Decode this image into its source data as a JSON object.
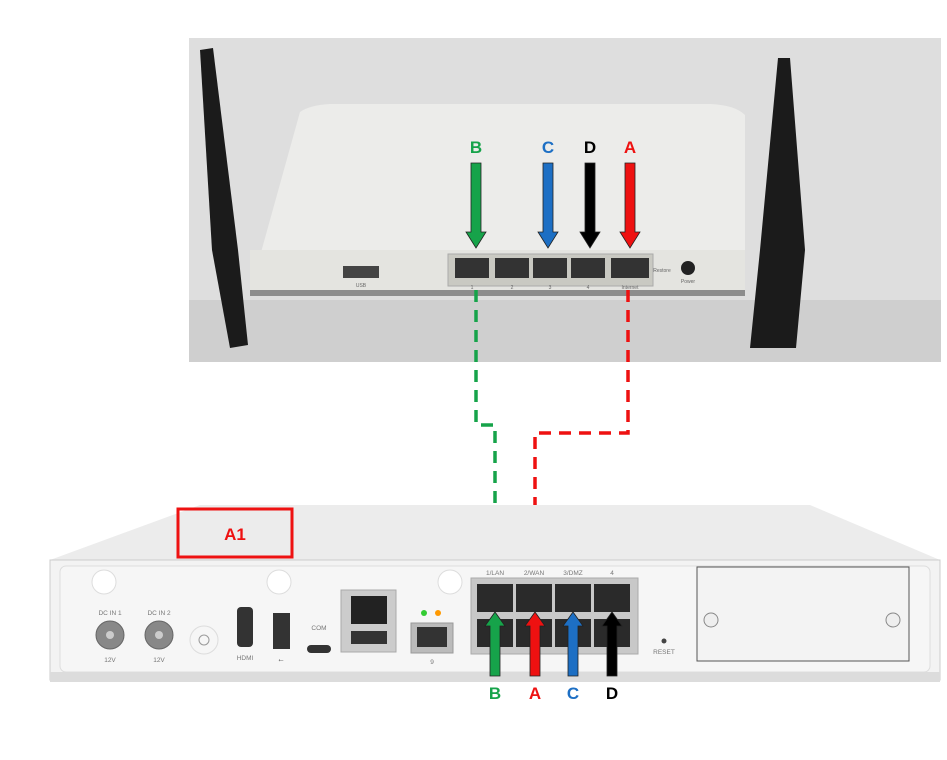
{
  "top_router": {
    "port_labels": [
      "1",
      "2",
      "3",
      "4",
      "Internet"
    ],
    "usb_label": "USB",
    "restore_label": "Restore",
    "power_label": "Power",
    "arrows": [
      {
        "letter": "B",
        "color": "#16a34a"
      },
      {
        "letter": "C",
        "color": "#1d6fc4"
      },
      {
        "letter": "D",
        "color": "#000000"
      },
      {
        "letter": "A",
        "color": "#ee1111"
      }
    ]
  },
  "bottom_device": {
    "box_label": "A1",
    "dc_in_1": "DC IN 1",
    "dc_in_2": "DC IN 2",
    "voltage_1": "12V",
    "voltage_2": "12V",
    "hdmi": "HDMI",
    "com": "COM",
    "sfp_label": "9",
    "port_labels": [
      "1/LAN",
      "2/WAN",
      "3/DMZ",
      "4"
    ],
    "reset": "RESET",
    "arrows": [
      {
        "letter": "B",
        "color": "#16a34a"
      },
      {
        "letter": "A",
        "color": "#ee1111"
      },
      {
        "letter": "C",
        "color": "#1d6fc4"
      },
      {
        "letter": "D",
        "color": "#000000"
      }
    ]
  },
  "colors": {
    "green": "#16a34a",
    "red": "#ee1111",
    "blue": "#1d6fc4",
    "black": "#000000"
  }
}
